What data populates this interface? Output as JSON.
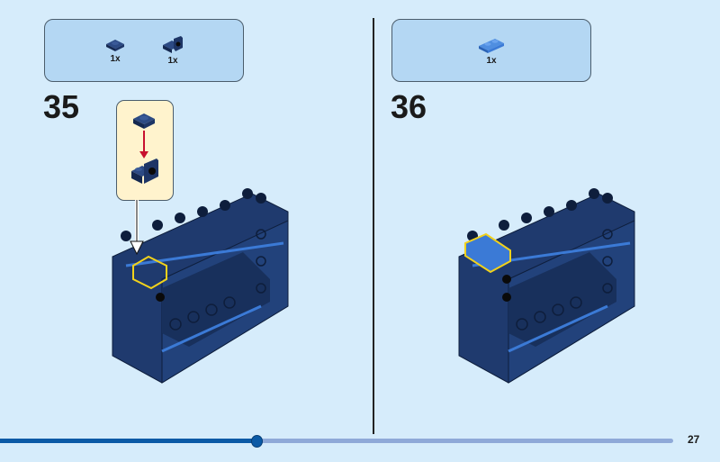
{
  "steps": [
    {
      "number": "35",
      "parts": [
        {
          "icon": "plate-1x1-dark-blue",
          "qty": "1x"
        },
        {
          "icon": "bracket-1x1-dark-blue",
          "qty": "1x"
        }
      ]
    },
    {
      "number": "36",
      "parts": [
        {
          "icon": "plate-1x2-blue",
          "qty": "1x"
        }
      ]
    }
  ],
  "progress": {
    "fraction": 0.38
  },
  "page_number": "27",
  "colors": {
    "background": "#d6ecfb",
    "parts_panel": "#b4d7f3",
    "callout": "#fff3cd",
    "brick": "#1f3a6e",
    "accent_brick": "#3b7ad6",
    "highlight": "#f2d21b",
    "arrow": "#c8102e",
    "progress": "#0b5aa6"
  }
}
